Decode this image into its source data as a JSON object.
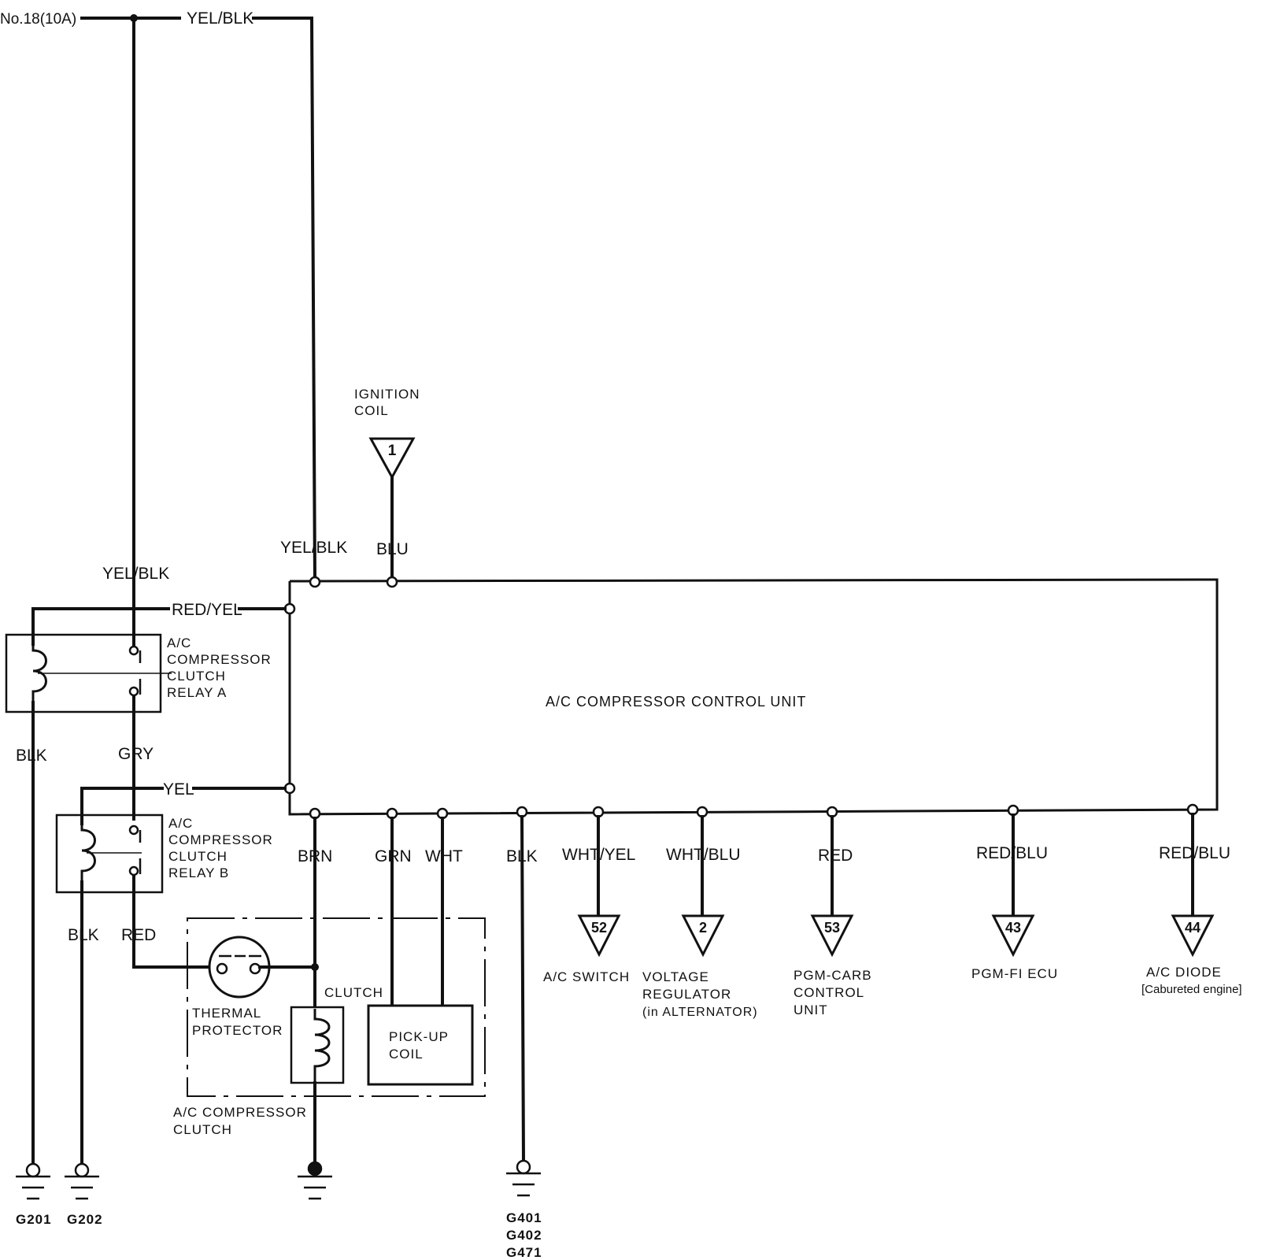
{
  "fuse": "No.18(10A)",
  "wires": {
    "top_main": "YEL/BLK",
    "to_unit_top": "YEL/BLK",
    "relay_supply": "YEL/BLK",
    "ignition": "BLU",
    "relay_a_coil_ctrl": "RED/YEL",
    "relay_a_ground": "BLK",
    "relay_a_out": "GRY",
    "relay_b_coil_ctrl": "YEL",
    "relay_b_ground": "BLK",
    "relay_b_out": "RED",
    "brn": "BRN",
    "grn": "GRN",
    "wht": "WHT",
    "blk": "BLK",
    "wht_yel": "WHT/YEL",
    "wht_blu": "WHT/BLU",
    "red": "RED",
    "red_blu_1": "RED/BLU",
    "red_blu_2": "RED/BLU"
  },
  "ignition_coil": {
    "label_l1": "IGNITION",
    "label_l2": "COIL",
    "ref": "1"
  },
  "control_unit": {
    "label": "A/C COMPRESSOR CONTROL UNIT"
  },
  "relay_a": {
    "l1": "A/C",
    "l2": "COMPRESSOR",
    "l3": "CLUTCH",
    "l4": "RELAY  A"
  },
  "relay_b": {
    "l1": "A/C",
    "l2": "COMPRESSOR",
    "l3": "CLUTCH",
    "l4": "RELAY  B"
  },
  "compressor": {
    "thermal_l1": "THERMAL",
    "thermal_l2": "PROTECTOR",
    "clutch": "CLUTCH",
    "pickup_l1": "PICK-UP",
    "pickup_l2": "COIL",
    "label_l1": "A/C COMPRESSOR",
    "label_l2": "CLUTCH"
  },
  "connectors": [
    {
      "ref": "52",
      "l1": "A/C SWITCH",
      "l2": "",
      "l3": ""
    },
    {
      "ref": "2",
      "l1": "VOLTAGE",
      "l2": "REGULATOR",
      "l3": "(in ALTERNATOR)"
    },
    {
      "ref": "53",
      "l1": "PGM-CARB",
      "l2": "CONTROL",
      "l3": "UNIT"
    },
    {
      "ref": "43",
      "l1": "PGM-FI ECU",
      "l2": "",
      "l3": ""
    },
    {
      "ref": "44",
      "l1": "A/C DIODE",
      "l2": "[Cabureted engine]",
      "l3": ""
    }
  ],
  "grounds": {
    "g201": "G201",
    "g202": "G202",
    "g401": "G401",
    "g402": "G402",
    "g471": "G471"
  }
}
